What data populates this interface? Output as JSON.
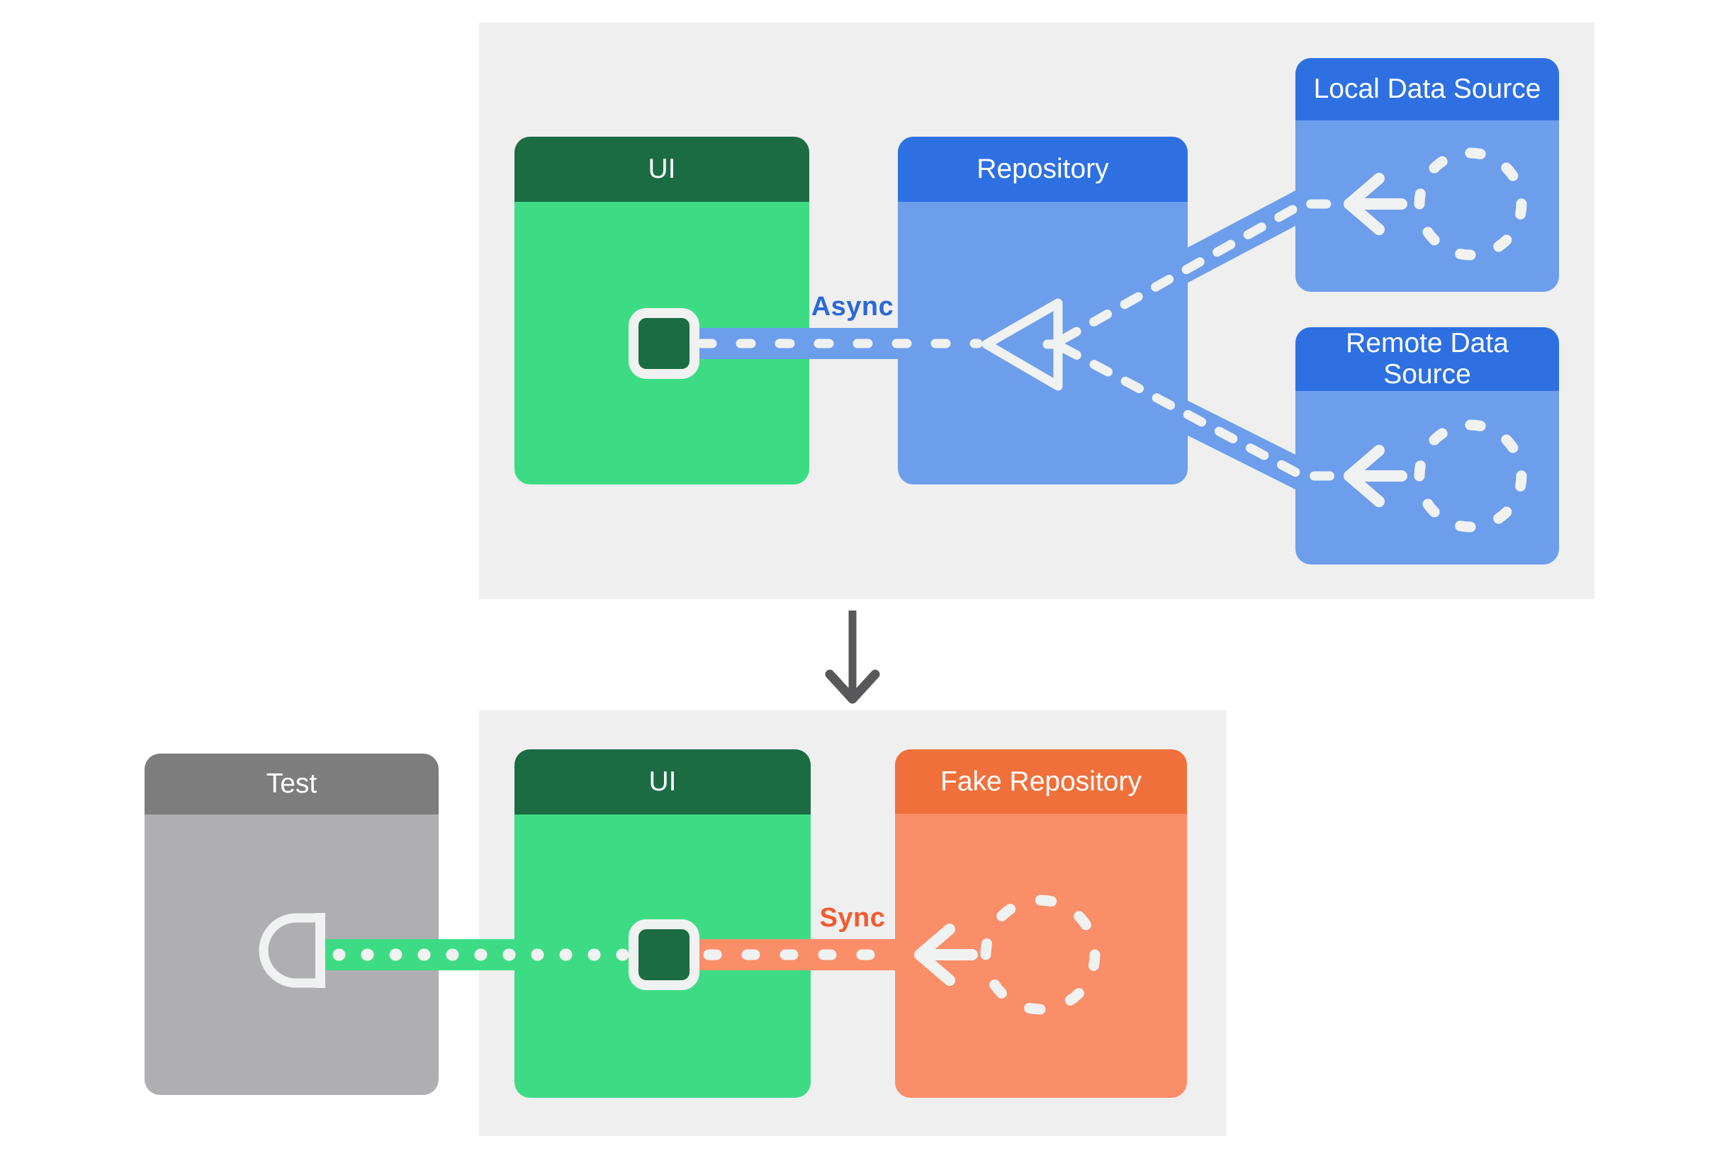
{
  "production_section": {
    "ui_card": {
      "title": "UI"
    },
    "repository_card": {
      "title": "Repository"
    },
    "local_data_source_card": {
      "title": "Local Data Source"
    },
    "remote_data_source_card": {
      "title": "Remote Data Source"
    },
    "flow_label": "Async"
  },
  "test_section": {
    "test_card": {
      "title": "Test"
    },
    "ui_card": {
      "title": "UI"
    },
    "fake_repository_card": {
      "title": "Fake Repository"
    },
    "flow_label": "Sync"
  },
  "icons": {
    "merge_triangle": "left-pointing-triangle-outline",
    "data_source_circle": "dashed-circle",
    "fetch_arrow": "arrow-left",
    "ui_state_square": "rounded-square",
    "test_socket": "d-shaped-socket",
    "section_flow_arrow": "arrow-down"
  },
  "colors": {
    "android_green": "#3DDC84",
    "dark_green": "#1B6C43",
    "blue_header": "#2E70E2",
    "blue_body": "#6D9EEB",
    "orange_header": "#F0703C",
    "orange_body": "#F98E69",
    "gray_header": "#7D7D7D",
    "gray_body": "#AFAFB1",
    "panel_background": "#EFEFEF",
    "async_label": "#2B68D9",
    "sync_label": "#F15B2E",
    "connector_white": "#F0F1F1",
    "flow_arrow_gray": "#58585A"
  }
}
